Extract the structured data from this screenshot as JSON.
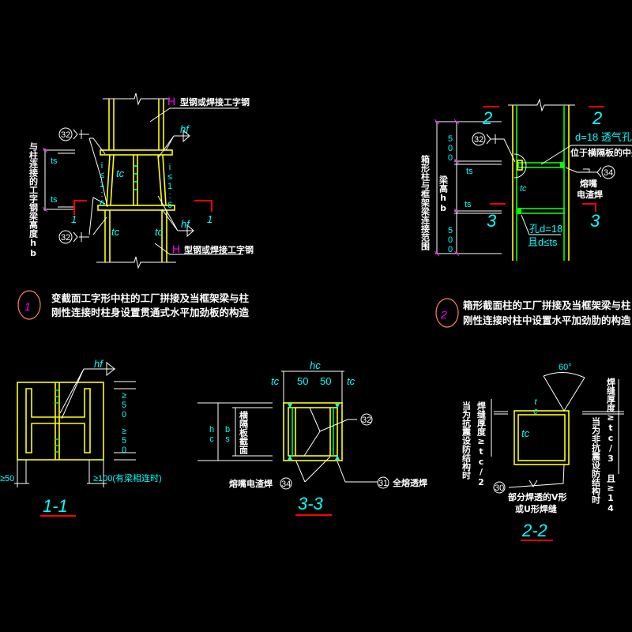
{
  "detail1": {
    "steel_label_top": "型钢或焊接工字钢",
    "steel_label_bottom": "型钢或焊接工字钢",
    "h_mark": "H",
    "weld_hf": "hf",
    "tc": "tc",
    "ts": "ts",
    "slope": "i≤1:6",
    "weld_ref": "32",
    "section_mark": "1",
    "beam_depth_label": "与柱连接的工字钢梁高度hb",
    "number": "1",
    "title_line1": "变截面工字形中柱的工厂拼接及当框架梁与柱",
    "title_line2": "刚性连接时柱身设置贯通式水平加劲板的构造"
  },
  "detail2": {
    "section_mark_top": "2",
    "section_mark_bottom": "3",
    "dim_500": "500",
    "hole_top": "d=18 透气孔",
    "hole_top_note": "位于横隔板的中央",
    "weld_ref_32": "32",
    "weld_ref_34": "34",
    "weld_34_note_1": "熔嘴",
    "weld_34_note_2": "电渣焊",
    "tc": "tc",
    "ts": "ts",
    "hole_bottom": "孔d=18",
    "hole_bottom_note": "且d≤ts",
    "beam_depth_label": "梁高hb",
    "beam_label": "箱形柱与框架梁连接范围",
    "number": "2",
    "title_line1": "箱形截面柱的工厂拼接及当框架梁与柱",
    "title_line2": "刚性连接时柱中设置水平加劲肋的构造"
  },
  "section11": {
    "label": "1-1",
    "hf": "hf",
    "dim_ge50_top": "≥50",
    "dim_ge50_bottom": "≥50",
    "dim_ge50_left": "≥50",
    "dim_ge100": "≥100(有梁相连时)"
  },
  "section33": {
    "label": "3-3",
    "hc": "hc",
    "tc": "tc",
    "dim_50_left": "50",
    "dim_50_right": "50",
    "bs": "bs",
    "side_label": "横隔板截面",
    "weld_34": "34",
    "weld_34_text": "熔嘴电渣焊",
    "weld_31": "31",
    "weld_31_text": "全熔透焊",
    "weld_32": "32"
  },
  "section22": {
    "label": "2-2",
    "angle": "60°",
    "tc": "tc",
    "left_text_1": "当为抗震设防结构时",
    "left_text_2": "焊缝厚度≥tc/2",
    "right_text_1": "当为非抗震设防结构时",
    "right_text_2": "焊缝厚度≥tc/3 且≥14",
    "weld_30": "30",
    "weld_text_1": "部分焊透的V形",
    "weld_text_2": "或U形焊缝"
  }
}
